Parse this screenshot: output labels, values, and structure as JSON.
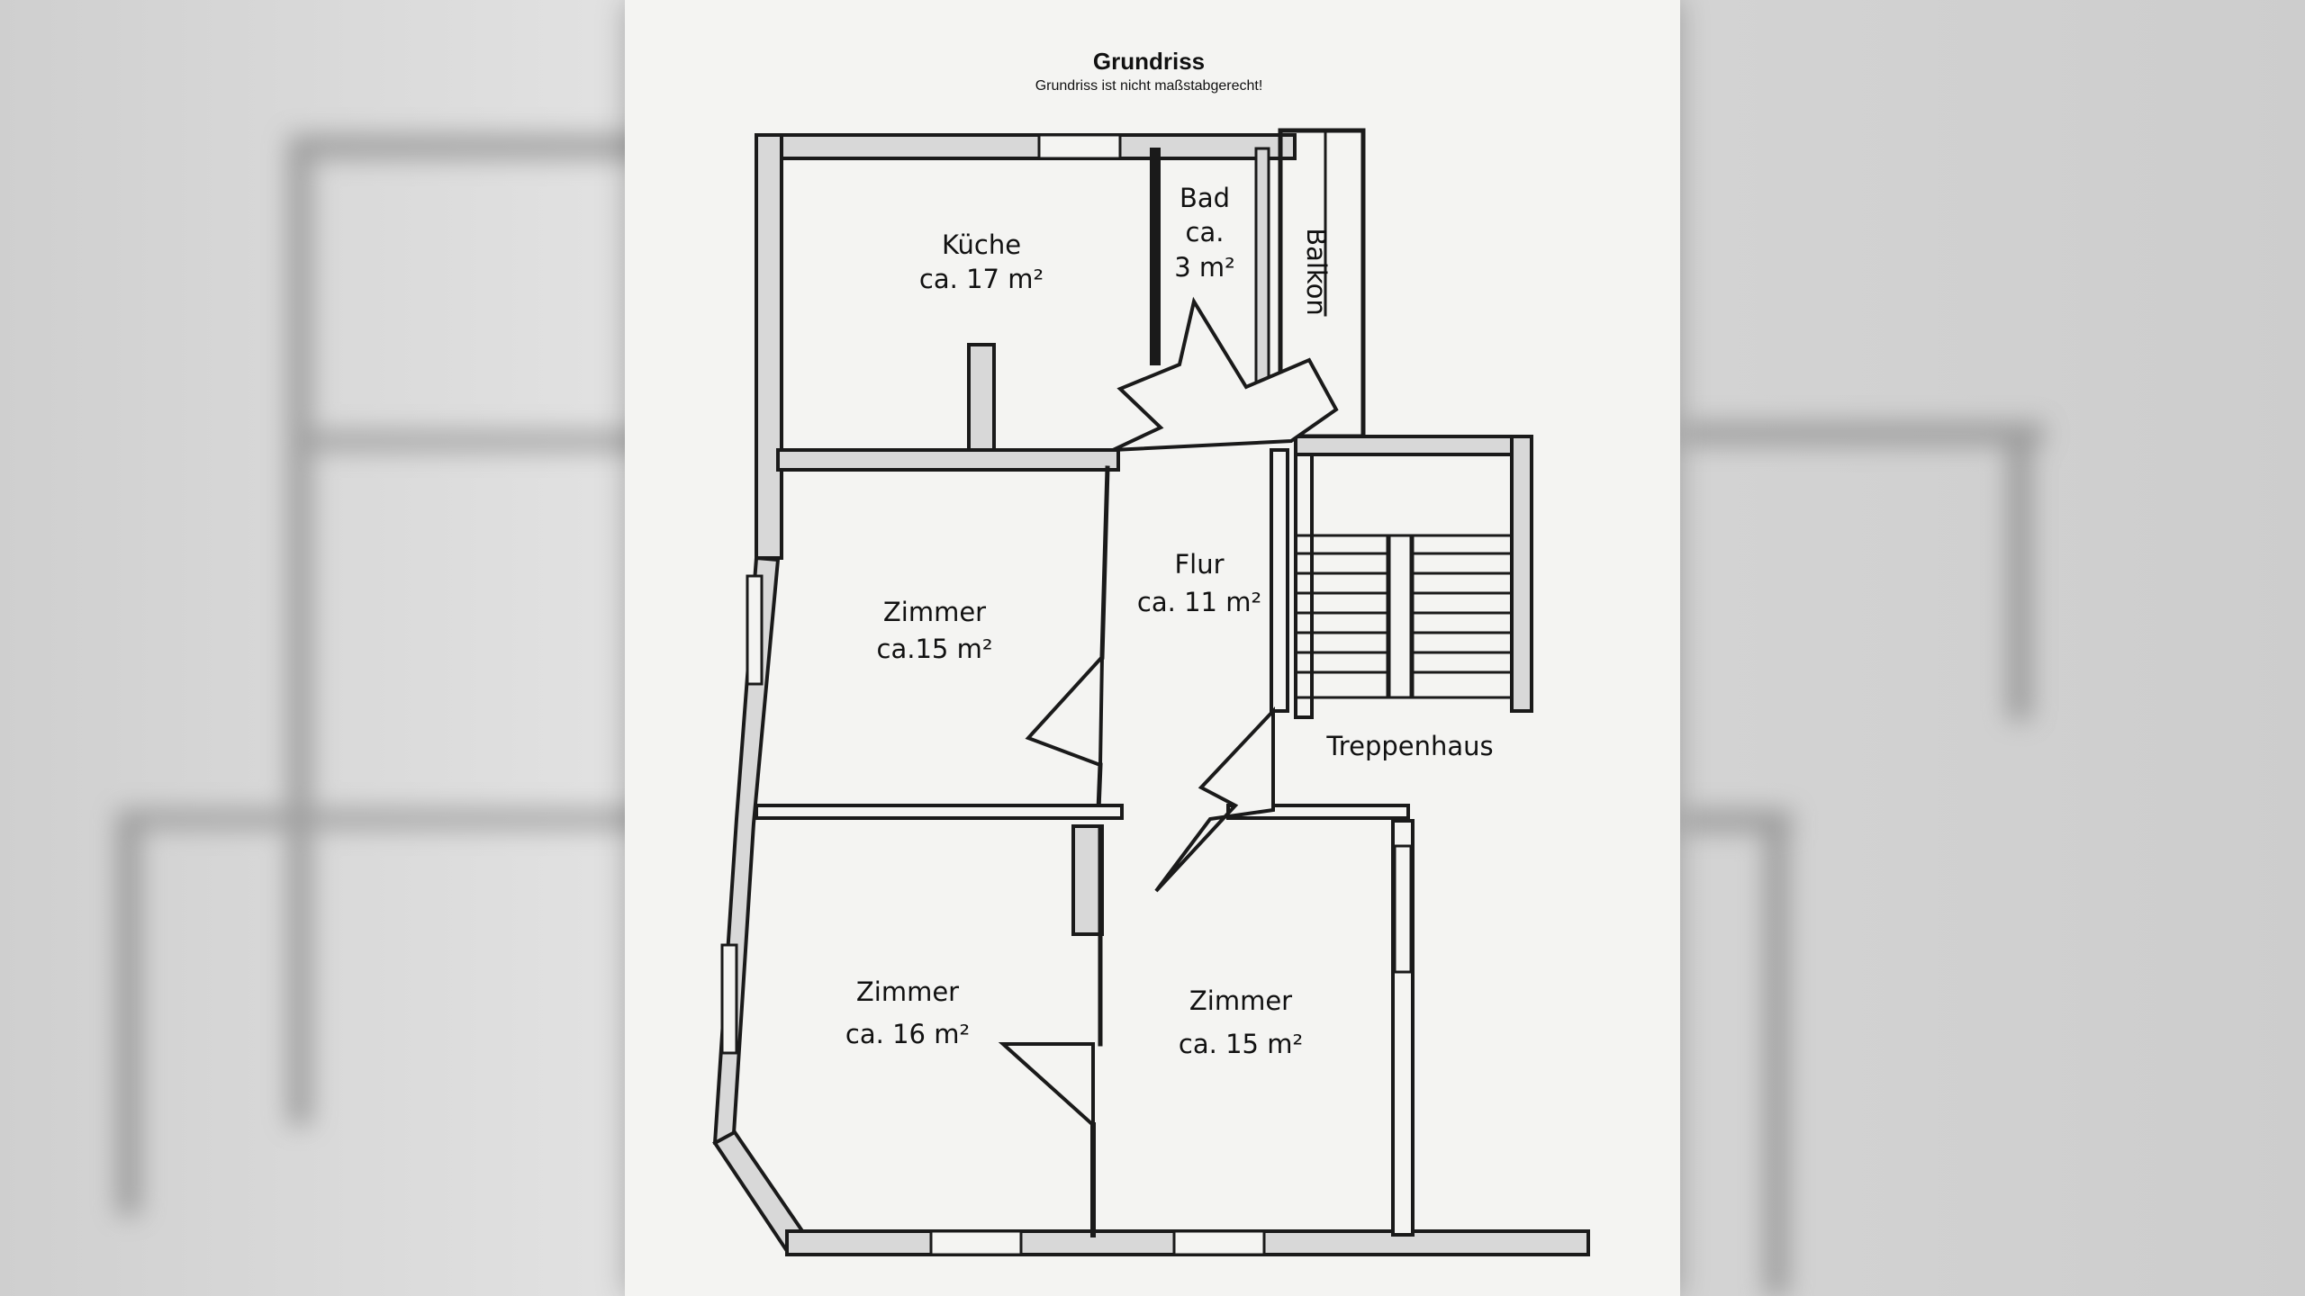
{
  "plan": {
    "title": "Grundriss",
    "subtitle": "Grundriss ist nicht maßstabgerecht!",
    "rooms": {
      "kueche": {
        "name": "Küche",
        "area": "ca. 17 m²"
      },
      "bad": {
        "name": "Bad",
        "area_line1": "ca.",
        "area_line2": "3 m²"
      },
      "balkon": {
        "name": "Balkon"
      },
      "flur": {
        "name": "Flur",
        "area": "ca. 11 m²"
      },
      "zimmer_mid": {
        "name": "Zimmer",
        "area": "ca.15 m²"
      },
      "treppenhaus": {
        "name": "Treppenhaus"
      },
      "zimmer_left": {
        "name": "Zimmer",
        "area": "ca. 16 m²"
      },
      "zimmer_right": {
        "name": "Zimmer",
        "area": "ca. 15 m²"
      }
    }
  },
  "colors": {
    "paper": "#f4f4f2",
    "wall": "#1a1a1a",
    "background": "#d9d9d9"
  }
}
